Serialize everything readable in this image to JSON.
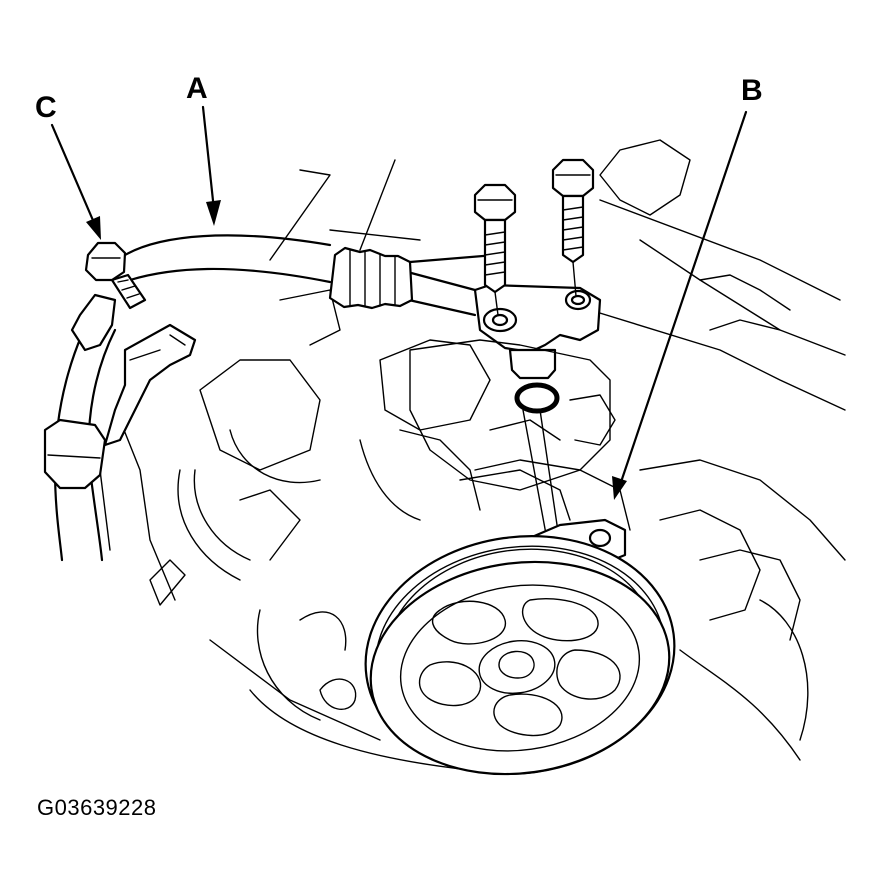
{
  "callouts": {
    "a": "A",
    "b": "B",
    "c": "C"
  },
  "figure_id": "G03639228",
  "colors": {
    "line": "#000000",
    "background": "#ffffff"
  }
}
